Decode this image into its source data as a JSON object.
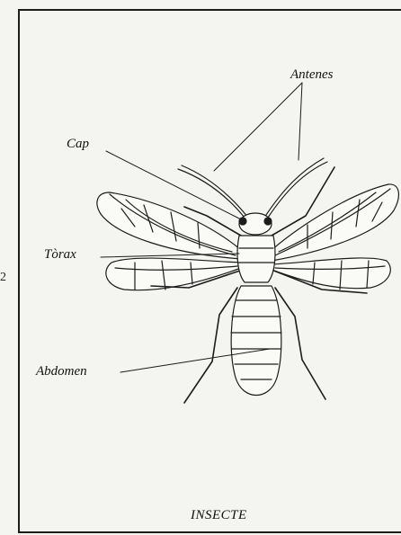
{
  "labels": {
    "antenes": "Antenes",
    "cap": "Cap",
    "torax": "Tòrax",
    "abdomen": "Abdomen"
  },
  "caption": "INSECTE",
  "side_mark": "2",
  "colors": {
    "ink": "#1c1c1c",
    "paper": "#f4f4f1"
  }
}
